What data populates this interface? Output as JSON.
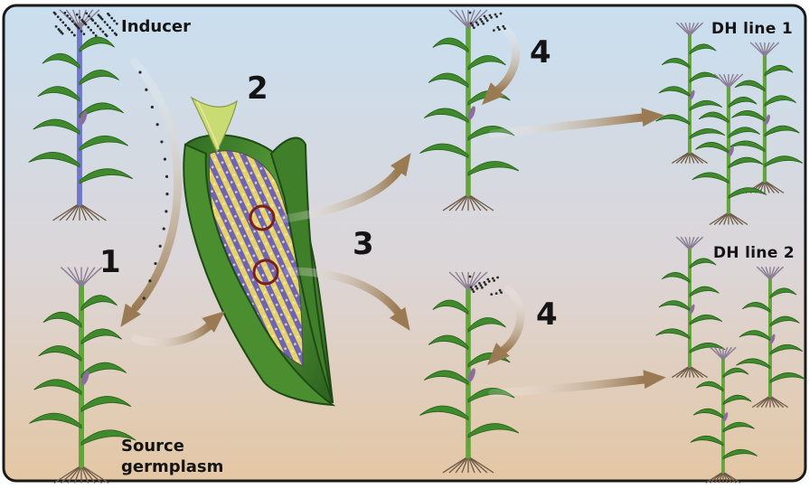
{
  "labels": {
    "inducer": "Inducer",
    "source": "Source",
    "germplasm": "germplasm",
    "step1": "1",
    "step2": "2",
    "step3": "3",
    "step4_top": "4",
    "step4_bottom": "4",
    "dh_line1": "DH line 1",
    "dh_line2": "DH line 2"
  },
  "colors": {
    "background_top": "#c9dff0",
    "background_bottom": "#e4c7a4",
    "arrow": "#9a7a52",
    "stalk": "#63a43c",
    "leaf": "#3f8a2c",
    "root": "#6e5a46",
    "kernel_yellow": "#e6d26a",
    "kernel_purple": "#6f63b4",
    "husk": "#3d7f2a",
    "circle": "#7a1e1e"
  },
  "icons": [
    "maize-plant-icon",
    "maize-ear-icon",
    "pollen-dots-icon",
    "arrow-icon",
    "kernel-circle-icon"
  ]
}
